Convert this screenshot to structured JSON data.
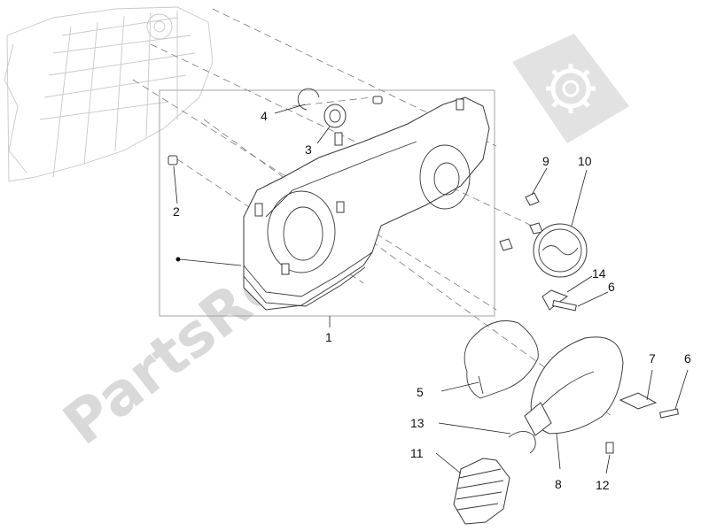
{
  "diagram": {
    "callouts": [
      {
        "id": "c1",
        "label": "1"
      },
      {
        "id": "c2",
        "label": "2"
      },
      {
        "id": "c3",
        "label": "3"
      },
      {
        "id": "c4",
        "label": "4"
      },
      {
        "id": "c5",
        "label": "5"
      },
      {
        "id": "c6a",
        "label": "6"
      },
      {
        "id": "c6b",
        "label": "6"
      },
      {
        "id": "c7",
        "label": "7"
      },
      {
        "id": "c8",
        "label": "8"
      },
      {
        "id": "c9",
        "label": "9"
      },
      {
        "id": "c10",
        "label": "10"
      },
      {
        "id": "c11",
        "label": "11"
      },
      {
        "id": "c12",
        "label": "12"
      },
      {
        "id": "c13",
        "label": "13"
      },
      {
        "id": "c14",
        "label": "14"
      }
    ],
    "watermark": "PartsRepublik",
    "colors": {
      "lines": "#3a3a3a",
      "ghost": "#c8c8c8",
      "watermark": "#d9d9d9"
    }
  }
}
